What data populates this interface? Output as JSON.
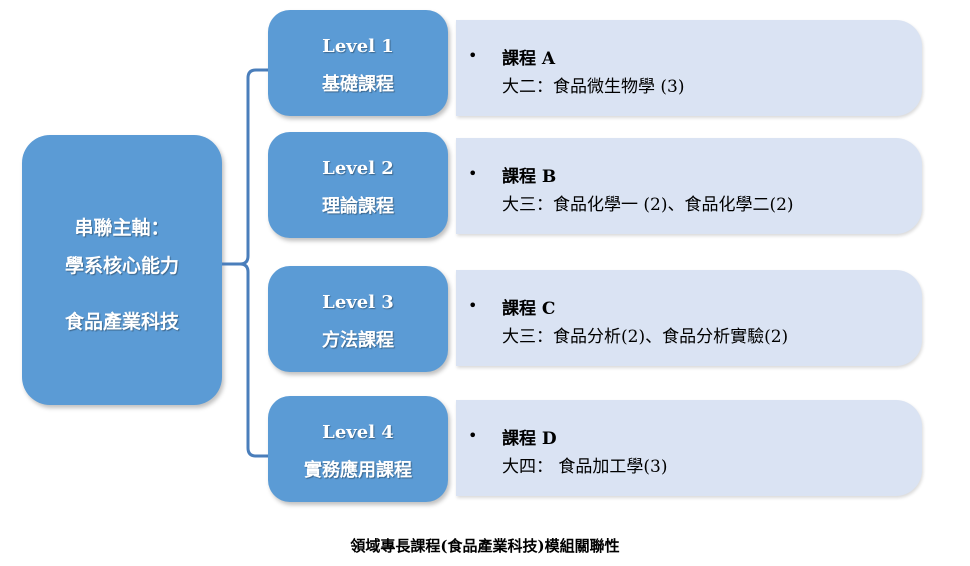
{
  "root": {
    "line1": "串聯主軸：",
    "line2": "學系核心能力",
    "line3": "食品產業科技"
  },
  "levels": [
    {
      "title": "Level 1",
      "subtitle": "基礎課程",
      "course_name": "課程 A",
      "course_detail": "大二：食品微生物學 (3)"
    },
    {
      "title": "Level 2",
      "subtitle": "理論課程",
      "course_name": "課程 B",
      "course_detail": "大三：食品化學一 (2)、食品化學二(2)"
    },
    {
      "title": "Level 3",
      "subtitle": "方法課程",
      "course_name": "課程 C",
      "course_detail": "大三：食品分析(2)、食品分析實驗(2)"
    },
    {
      "title": "Level 4",
      "subtitle": "實務應用課程",
      "course_name": "課程 D",
      "course_detail": "大四： 食品加工學(3)"
    }
  ],
  "bullet": "•",
  "caption": "領域專長課程(食品產業科技)模組關聯性",
  "colors": {
    "box_blue": "#5b9bd5",
    "course_bg": "#dae3f3",
    "connector": "#4a7ebb"
  }
}
